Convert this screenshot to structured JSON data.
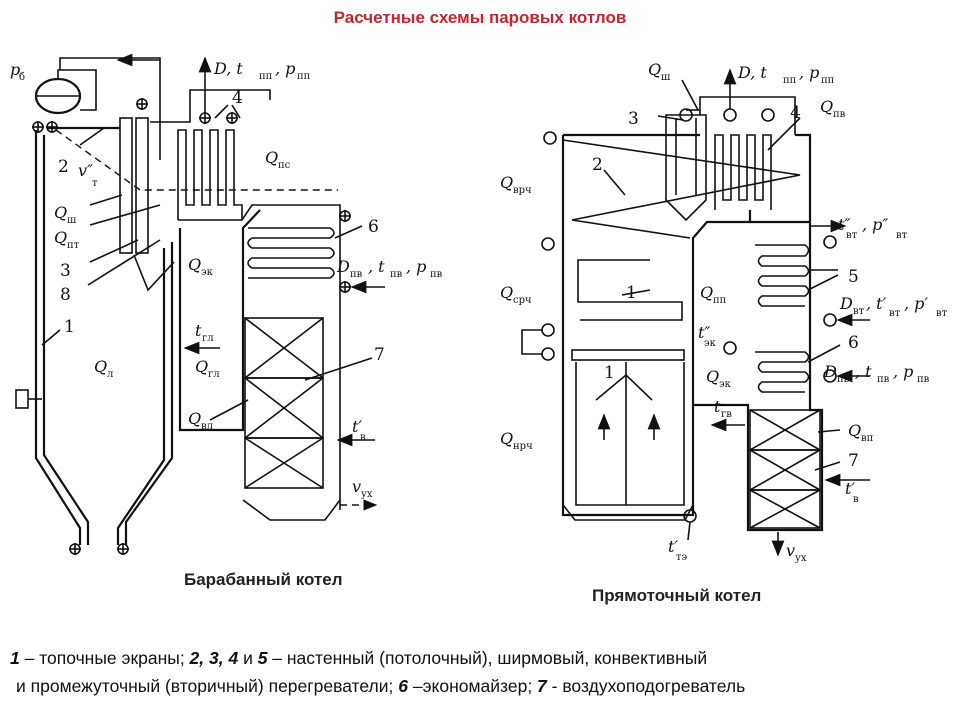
{
  "title": "Расчетные схемы паровых котлов",
  "captions": {
    "drum": "Барабанный котел",
    "once_through": "Прямоточный котел"
  },
  "legend": {
    "n1": "1",
    "t1": " – топочные экраны; ",
    "n2": "2, 3, 4",
    "t2": " и ",
    "n3": "5",
    "t3": " –  настенный (потолочный), ширмовый, конвективный",
    "t4": "и промежуточный (вторичный) перегреватели; ",
    "n4": "6",
    "t5": " –экономайзер; ",
    "n5": "7",
    "t6": " - воздухоподогреватель"
  },
  "drum_labels": {
    "pb": "p",
    "pb_sub": "б",
    "D_out": "D, t",
    "D_sub1": "пп",
    "D_p": ", p",
    "D_sub2": "пп",
    "n4": "4",
    "Qps": "Q",
    "Qps_sub": "пс",
    "n2": "2",
    "vt": "v″",
    "vt_sub": "т",
    "Qsh": "Q",
    "Qsh_sub": "ш",
    "Qpt": "Q",
    "Qpt_sub": "пт",
    "n3": "3",
    "n8": "8",
    "n6": "6",
    "Qek": "Q",
    "Qek_sub": "эк",
    "Dpv": "D",
    "Dpv_sub": "пв",
    "tpv": ", t",
    "tpv_sub": "пв",
    "ppv": ", p",
    "ppv_sub": "пв",
    "n1": "1",
    "Ql": "Q",
    "Ql_sub": "л",
    "tgl": "t",
    "tgl_sub": "гл",
    "Qgl": "Q",
    "Qgl_sub": "гл",
    "n7": "7",
    "Qvl": "Q",
    "Qvl_sub": "вл",
    "tv": "t′",
    "tv_sub": "в",
    "vux": "v",
    "vux_sub": "ух"
  },
  "ot_labels": {
    "Qsh": "Q",
    "Qsh_sub": "ш",
    "D_out": "D, t",
    "D_sub1": "пп",
    "D_p": ", p",
    "D_sub2": "пп",
    "n3": "3",
    "n4": "4",
    "Qpv": "Q",
    "Qpv_sub": "пв",
    "n2": "2",
    "Qvrch": "Q",
    "Qvrch_sub": "врч",
    "tvt": "t″",
    "tvt_sub": "вт",
    "pvt": ", p″",
    "pvt_sub": "вт",
    "n5": "5",
    "n1": "1",
    "Qsrch": "Q",
    "Qsrch_sub": "срч",
    "Qpp": "Q",
    "Qpp_sub": "пп",
    "Dvt": "D",
    "Dvt_sub": "вт",
    "tvt2": ", t′",
    "tvt2_sub": "вт",
    "pvt2": ", p′",
    "pvt2_sub": "вт",
    "tek": "t″",
    "tek_sub": "эк",
    "n6": "6",
    "Qek": "Q",
    "Qek_sub": "эк",
    "Dpv": "D",
    "Dpv_sub": "пв",
    "tpv": ", t",
    "tpv_sub": "пв",
    "ppv": ", p",
    "ppv_sub": "пв",
    "n1b": "1",
    "tgv": "t",
    "tgv_sub": "гв",
    "Qnrch": "Q",
    "Qnrch_sub": "нрч",
    "Qvp": "Q",
    "Qvp_sub": "вп",
    "n7": "7",
    "tv": "t′",
    "tv_sub": "в",
    "tte": "t′",
    "tte_sub": "тэ",
    "vux": "v",
    "vux_sub": "ух"
  }
}
